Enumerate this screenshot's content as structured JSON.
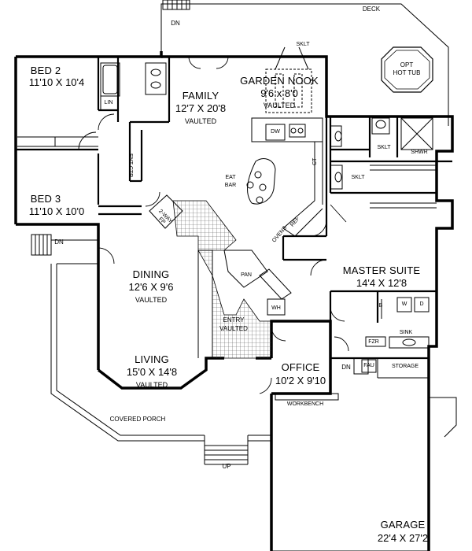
{
  "rooms": {
    "bed2": {
      "name": "BED 2",
      "dims": "11'10 X 10'4"
    },
    "bed3": {
      "name": "BED 3",
      "dims": "11'10 X 10'0"
    },
    "family": {
      "name": "FAMILY",
      "dims": "12'7 X 20'8",
      "note": "VAULTED"
    },
    "garden_nook": {
      "name": "GARDEN NOOK",
      "dims": "9'6 x 8'0",
      "note": "VAULTED"
    },
    "dining": {
      "name": "DINING",
      "dims": "12'6 X 9'6",
      "note": "VAULTED"
    },
    "living": {
      "name": "LIVING",
      "dims": "15'0 X 14'8",
      "note": "VAULTED"
    },
    "entry": {
      "name": "ENTRY",
      "note": "VAULTED"
    },
    "master_suite": {
      "name": "MASTER SUITE",
      "dims": "14'4 X 12'8"
    },
    "office": {
      "name": "OFFICE",
      "dims": "10'2 X 9'10"
    },
    "garage": {
      "name": "GARAGE",
      "dims": "22'4 X 27'2"
    }
  },
  "labels": {
    "deck": "DECK",
    "dn_top": "DN",
    "dn_left": "DN",
    "dn_office": "DN",
    "up": "UP",
    "hot_tub_1": "OPT",
    "hot_tub_2": "HOT TUB",
    "sklt_nook": "SKLT",
    "sklt_master_1": "SKLT",
    "sklt_master_2": "SKLT",
    "shwr": "SHWR",
    "lin": "LIN",
    "ent_ctr": "ENT CTR",
    "dw": "DW",
    "eat_bar_1": "EAT",
    "eat_bar_2": "BAR",
    "ct": "CT",
    "ovens": "OVENS",
    "ref": "REF",
    "fp_1": "2-WAY",
    "fp_2": "FP",
    "pan": "PAN",
    "wh": "WH",
    "ib": "IB",
    "w": "W",
    "d": "D",
    "fzr": "FZR",
    "sink": "SINK",
    "fau": "FAU",
    "storage": "STORAGE",
    "workbench": "WORKBENCH",
    "covered_porch": "COVERED PORCH"
  }
}
